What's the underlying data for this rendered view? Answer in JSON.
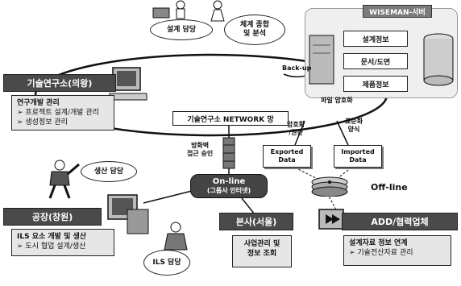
{
  "network_label": "기술연구소 NETWORK 망",
  "bubbles": {
    "design": "설계 담당",
    "analysis_line1": "체계 종합",
    "analysis_line2": "및 분석",
    "production": "생산 담당",
    "ils": "ILS 담당"
  },
  "server": {
    "title": "WISEMAN-서버",
    "db_design": "설계정보",
    "db_docs": "문서/도면",
    "db_product": "제품정보"
  },
  "labels": {
    "backup": "Back-up",
    "file_encrypt": "파일 암호화",
    "encrypt_line1": "암호화",
    "encrypt_line2": "/권한",
    "standard_line1": "표준화",
    "standard_line2": "양식",
    "firewall_line1": "방화벽",
    "firewall_line2": "접근 승인",
    "offline": "Off-line"
  },
  "files": {
    "exported_line1": "Exported",
    "exported_line2": "Data",
    "imported_line1": "Imported",
    "imported_line2": "Data"
  },
  "online": {
    "title": "On-line",
    "subtitle": "(그룹사 인터넷)"
  },
  "research": {
    "title": "기술연구소(의왕)",
    "item1": "연구개발 관리",
    "item2": "➢ 프로젝트 설계/개발 관리",
    "item3": "➢ 생성정보 관리"
  },
  "factory": {
    "title": "공장(창원)",
    "item1": "ILS 요소 개발 및 생산",
    "item2": "➢ 도시 협업 설계/생산"
  },
  "hq": {
    "title": "본사(서울)",
    "item1": "사업관리 및",
    "item2": "정보 조회"
  },
  "add": {
    "title": "ADD/협력업체",
    "item1": "설계자료 정보 연계",
    "item2": "➢ 기술전산자료 관리"
  }
}
